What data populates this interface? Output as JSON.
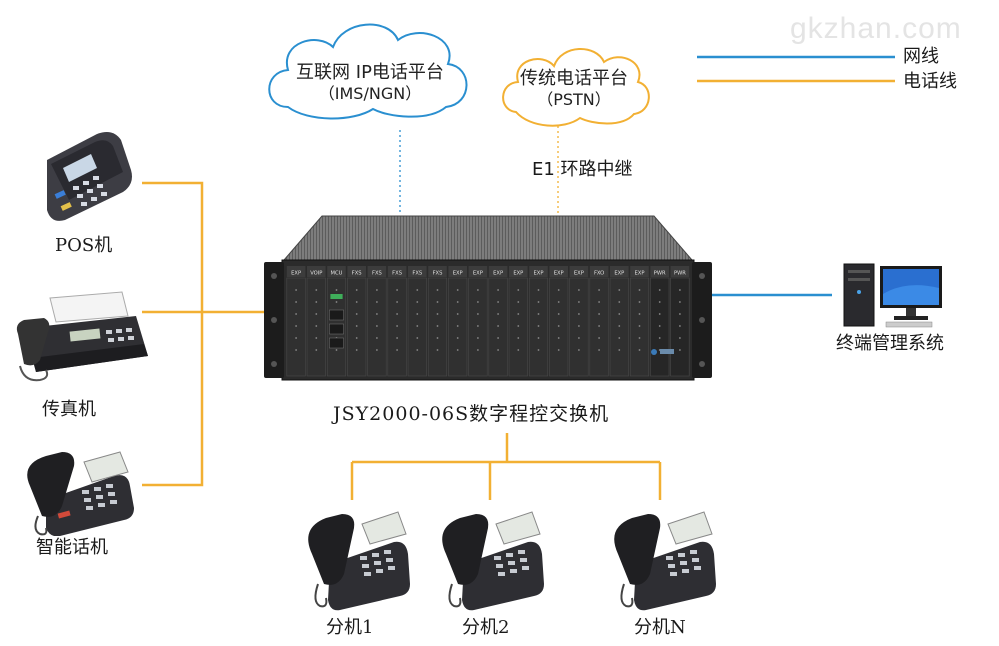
{
  "watermark": "gkzhan.com",
  "legend": {
    "items": [
      {
        "label": "网线",
        "color": "#2a8fd0"
      },
      {
        "label": "电话线",
        "color": "#f2b033"
      }
    ]
  },
  "clouds": {
    "ip": {
      "line1": "互联网 IP电话平台",
      "line2": "（IMS/NGN）",
      "color": "#2a8fd0"
    },
    "pstn": {
      "line1": "传统电话平台",
      "line2": "（PSTN）",
      "color": "#f2b033"
    }
  },
  "trunk_label": "E1 环路中继",
  "switch": {
    "label": "JSY2000-06S数字程控交换机",
    "slots": [
      "EXP",
      "VOIP",
      "MCU",
      "FXS",
      "FXS",
      "FXS",
      "FXS",
      "FXS",
      "EXP",
      "EXP",
      "EXP",
      "EXP",
      "EXP",
      "EXP",
      "EXP",
      "FXO",
      "EXP",
      "EXP",
      "PWR",
      "PWR"
    ]
  },
  "left_devices": [
    {
      "label": "POS机"
    },
    {
      "label": "传真机"
    },
    {
      "label": "智能话机"
    }
  ],
  "management": {
    "label": "终端管理系统"
  },
  "extensions": [
    {
      "label": "分机1"
    },
    {
      "label": "分机2"
    },
    {
      "label": "分机N"
    }
  ]
}
